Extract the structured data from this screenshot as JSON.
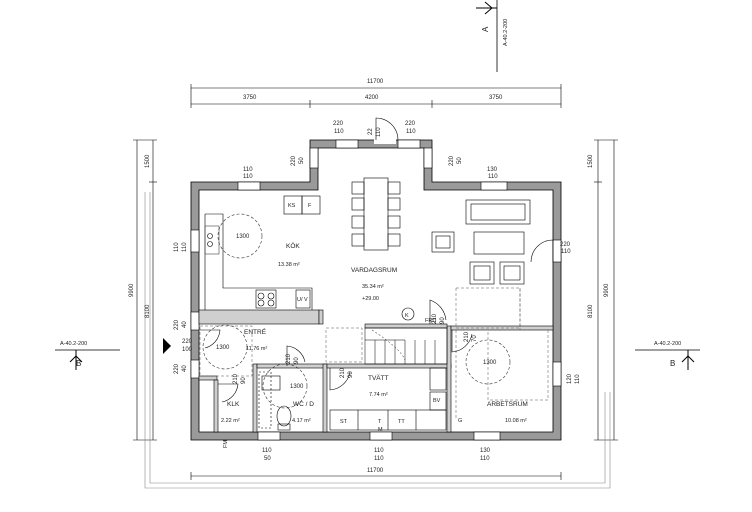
{
  "section_marks": {
    "top": {
      "letter": "A",
      "ref": "A-40.2-200"
    },
    "left": {
      "letter": "B",
      "ref": "A-40.2-200"
    },
    "right": {
      "letter": "B",
      "ref": "A-40.2-200"
    }
  },
  "dimensions": {
    "overall_top": "11700",
    "top_segments": [
      "3750",
      "4200",
      "3750"
    ],
    "overall_bottom": "11700",
    "left_outer": "9900",
    "left_segments": [
      "1500",
      "8100"
    ],
    "right_outer": "9900",
    "right_segments": [
      "1500",
      "8100"
    ]
  },
  "openings": [
    {
      "a": "220",
      "b": "110"
    },
    {
      "a": "22",
      "b": "110"
    },
    {
      "a": "220",
      "b": "110"
    },
    {
      "a": "220",
      "b": "50"
    },
    {
      "a": "220",
      "b": "50"
    },
    {
      "a": "110",
      "b": "110"
    },
    {
      "a": "130",
      "b": "110"
    },
    {
      "a": "110",
      "b": "110"
    },
    {
      "a": "220",
      "b": "110"
    },
    {
      "a": "220",
      "b": "40"
    },
    {
      "a": "220",
      "b": "100"
    },
    {
      "a": "220",
      "b": "40"
    },
    {
      "a": "210",
      "b": "90"
    },
    {
      "a": "210",
      "b": "90"
    },
    {
      "a": "210",
      "b": "90"
    },
    {
      "a": "210",
      "b": "90"
    },
    {
      "a": "210",
      "b": "70"
    },
    {
      "a": "120",
      "b": "110"
    },
    {
      "a": "110",
      "b": "50"
    },
    {
      "a": "110",
      "b": "110"
    },
    {
      "a": "130",
      "b": "110"
    }
  ],
  "rooms": {
    "kok": {
      "name": "KÖK",
      "area": "13.38 m²"
    },
    "vardagsrum": {
      "name": "VARDAGSRUM",
      "area": "35.34 m²",
      "level": "+29.00"
    },
    "entre": {
      "name": "ENTRÉ",
      "area": "11.76 m²"
    },
    "klk": {
      "name": "KLK",
      "area": "2.22 m²"
    },
    "wc": {
      "name": "WC / D",
      "area": "4.17 m²"
    },
    "tvatt": {
      "name": "TVÄTT",
      "area": "7.74 m²"
    },
    "arbetsrum": {
      "name": "ARBETSRUM",
      "area": "10.08 m²"
    }
  },
  "turning_circle": "1300",
  "fixtures": {
    "ks": "KS",
    "f": "F",
    "uv": "U/\nV",
    "frd": "FRD",
    "bv": "BV",
    "k": "K",
    "g": "G",
    "st": "ST",
    "t": "T",
    "tt": "TT",
    "m": "M",
    "fm": "FM"
  }
}
